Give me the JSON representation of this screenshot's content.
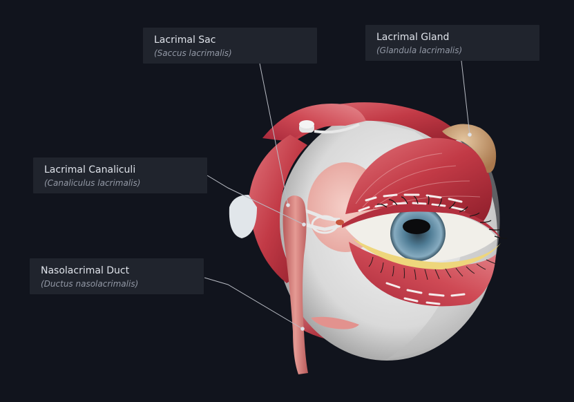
{
  "labels": {
    "lacrimal_sac": {
      "title": "Lacrimal Sac",
      "latin": "(Saccus lacrimalis)"
    },
    "lacrimal_gland": {
      "title": "Lacrimal Gland",
      "latin": "(Glandula lacrimalis)"
    },
    "lacrimal_canaliculi": {
      "title": "Lacrimal Canaliculi",
      "latin": "(Canaliculus lacrimalis)"
    },
    "nasolacrimal_duct": {
      "title": "Nasolacrimal Duct",
      "latin": "(Ductus nasolacrimalis)"
    }
  },
  "colors": {
    "background": "#11141d",
    "label_background": "#20242d",
    "leader_line": "#b9bcc4",
    "muscle": "#c23a46",
    "sclera": "#e6e6e6",
    "iris": "#4f7c95",
    "gland": "#c9a279",
    "duct": "#d87c78"
  }
}
